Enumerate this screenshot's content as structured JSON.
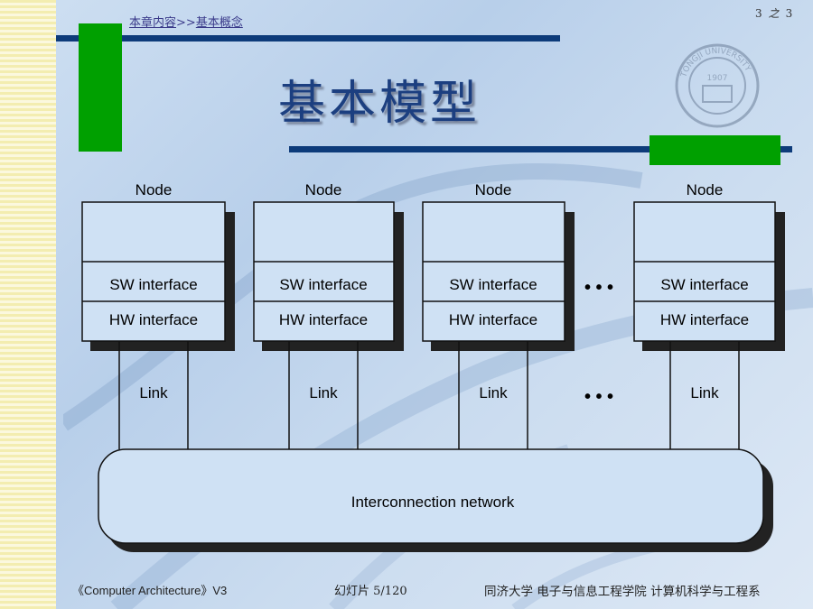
{
  "breadcrumb": {
    "part1": "本章内容",
    "separator": ">>",
    "part2": "基本概念"
  },
  "page_counter": {
    "current": "3",
    "word": "之",
    "total": "3"
  },
  "title": "基本模型",
  "seal": {
    "text": "TONGJI UNIVERSITY",
    "year": "1907"
  },
  "nodes": [
    {
      "label": "Node",
      "sw": "SW interface",
      "hw": "HW interface",
      "link": "Link"
    },
    {
      "label": "Node",
      "sw": "SW interface",
      "hw": "HW interface",
      "link": "Link"
    },
    {
      "label": "Node",
      "sw": "SW interface",
      "hw": "HW interface",
      "link": "Link"
    },
    {
      "label": "Node",
      "sw": "SW interface",
      "hw": "HW interface",
      "link": "Link"
    }
  ],
  "ellipsis": "• • •",
  "network_label": "Interconnection network",
  "footer": {
    "course": "《Computer Architecture》V3",
    "slide_label": "幻灯片",
    "slide_number": "5/120",
    "institution": "同济大学 电子与信息工程学院 计算机科学与工程系"
  },
  "colors": {
    "navy_bar": "#0d3b7a",
    "green_block": "#00a000",
    "title": "#1c3f80"
  }
}
